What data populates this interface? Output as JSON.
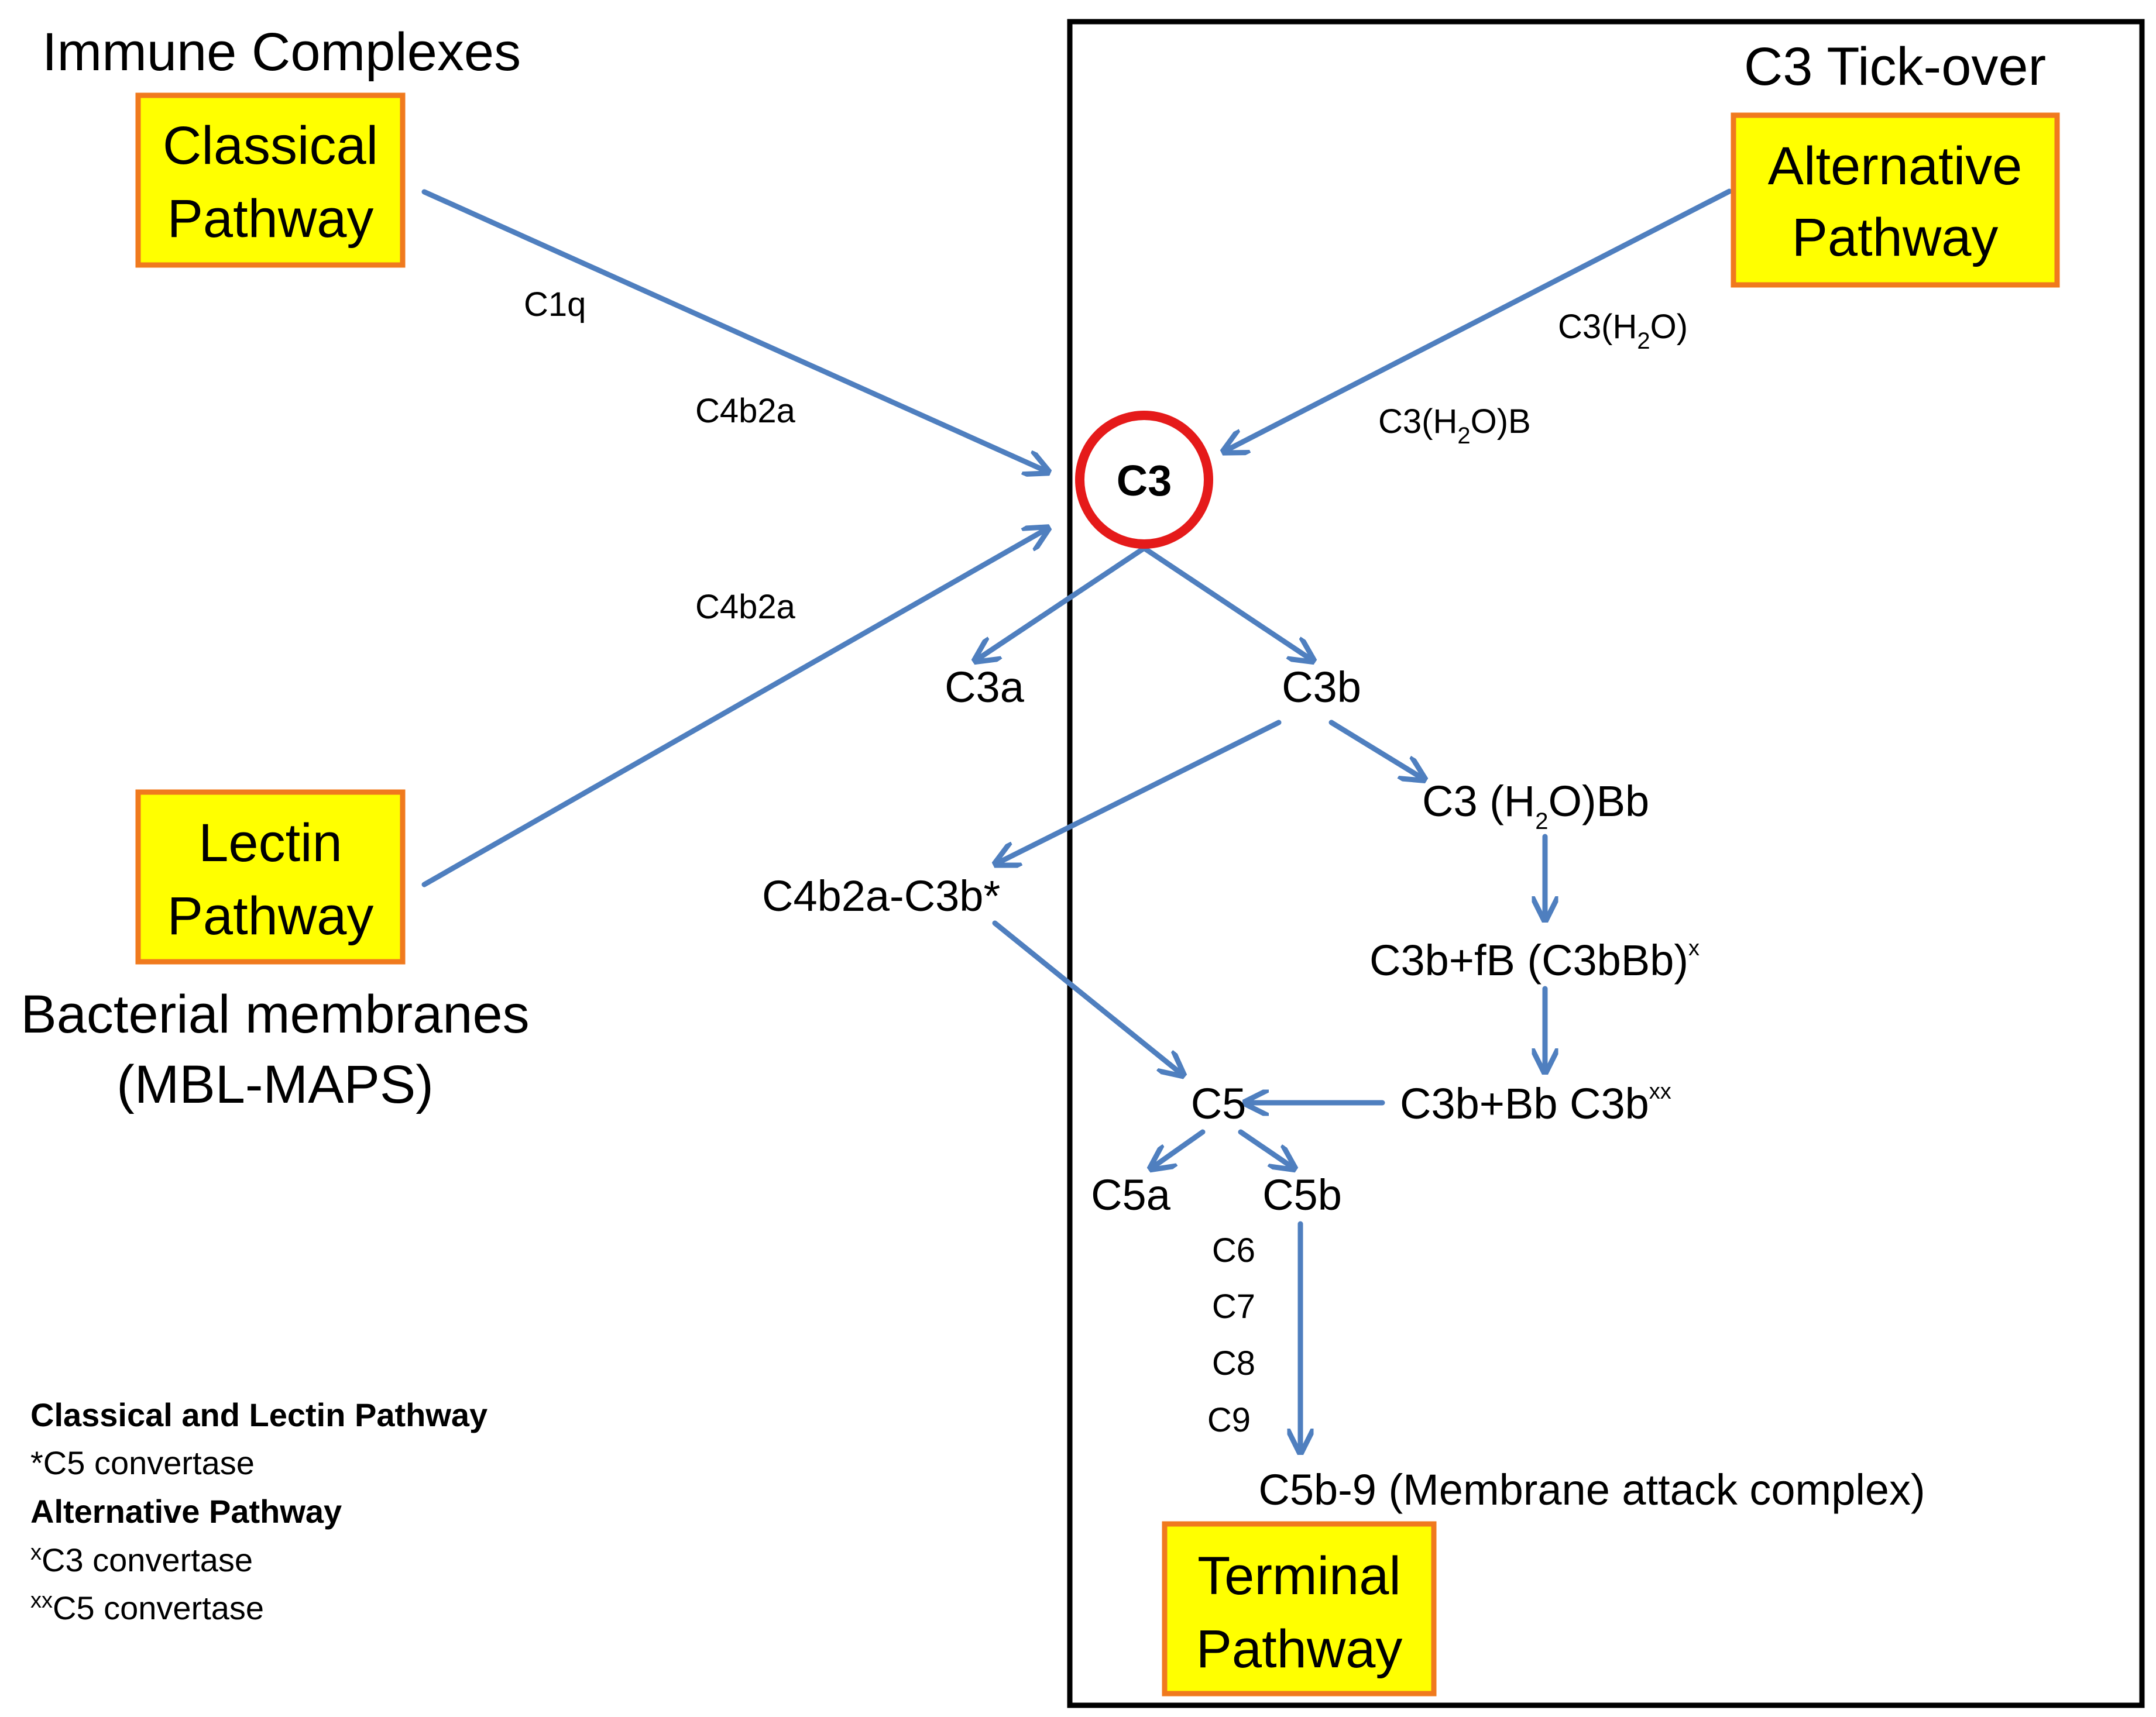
{
  "colors": {
    "arrow": "#4f7fbf",
    "pathway_fill": "#ffff00",
    "pathway_border": "#f07a1e",
    "c3_ring": "#e51a1a",
    "frame": "#000000"
  },
  "labels": {
    "immune_complexes": "Immune Complexes",
    "c3_tickover": "C3 Tick-over",
    "bacterial_membranes": "Bacterial membranes",
    "mbl_maps": "(MBL-MAPS)"
  },
  "pathways": {
    "classical": [
      "Classical",
      "Pathway"
    ],
    "alternative": [
      "Alternative",
      "Pathway"
    ],
    "lectin": [
      "Lectin",
      "Pathway"
    ],
    "terminal": [
      "Terminal",
      "Pathway"
    ]
  },
  "nodes": {
    "c3": "C3",
    "c3a": "C3a",
    "c3b": "C3b",
    "c3_h2o_bb": {
      "pre": "C3 (H",
      "sub": "2",
      "post": "O)Bb"
    },
    "c4b2a_c3b": "C4b2a-C3b*",
    "c3b_fb": {
      "text": "C3b+fB (C3bBb)",
      "sup": "x"
    },
    "c5": "C5",
    "c3b_bb": {
      "text": "C3b+Bb C3b",
      "sup": "xx"
    },
    "c5a": "C5a",
    "c5b": "C5b",
    "c6": "C6",
    "c7": "C7",
    "c8": "C8",
    "c9": "C9",
    "mac": "C5b-9 (Membrane attack complex)"
  },
  "edge_labels": {
    "c1q": "C1q",
    "c4b2a_top": "C4b2a",
    "c4b2a_bottom": "C4b2a",
    "c3_h2o": {
      "pre": "C3(H",
      "sub": "2",
      "post": "O)"
    },
    "c3_h2o_b": {
      "pre": "C3(H",
      "sub": "2",
      "post": "O)B"
    }
  },
  "legend": {
    "classical_lectin_title": "Classical and Lectin Pathway",
    "c5_convertase_star": "*C5 convertase",
    "alternative_title": "Alternative Pathway",
    "c3_convertase": {
      "sup": "x",
      "text": "C3 convertase"
    },
    "c5_convertase_xx": {
      "sup": "xx",
      "text": "C5 convertase"
    }
  }
}
